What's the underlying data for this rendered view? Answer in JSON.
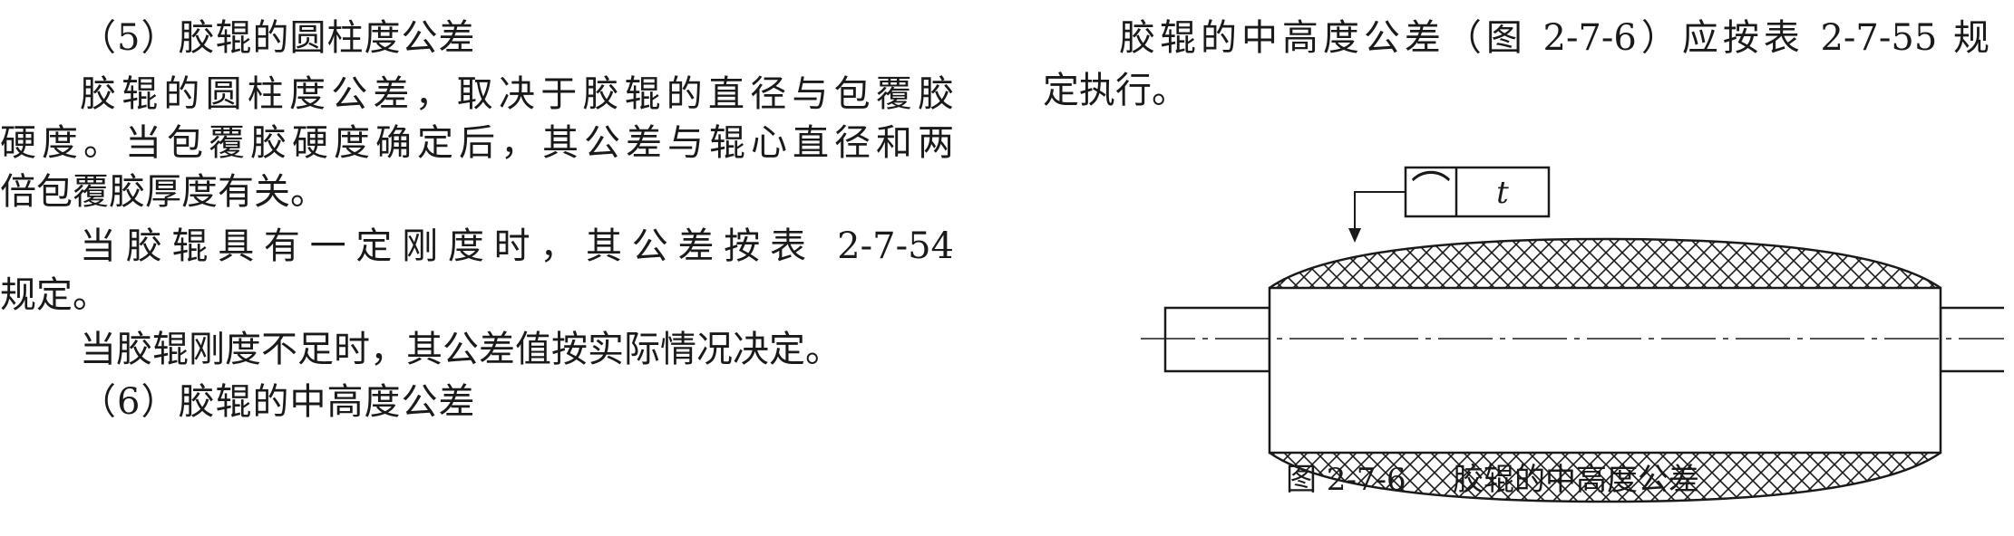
{
  "left_column": {
    "heading_5": "（5）胶辊的圆柱度公差",
    "para_1": [
      "胶辊的圆柱度公差，取决于胶辊的直径与包覆胶",
      "硬度。当包覆胶硬度确定后，其公差与辊心直径和两",
      "倍包覆胶厚度有关。"
    ],
    "para_2": [
      "当胶辊具有一定刚度时，其公差按表 2-7-54",
      "规定。"
    ],
    "para_3": "当胶辊刚度不足时，其公差值按实际情况决定。",
    "heading_6": "（6）胶辊的中高度公差"
  },
  "right_column": {
    "para": [
      "胶辊的中高度公差（图 2-7-6）应按表 2-7-55 规",
      "定执行。"
    ],
    "figure": {
      "tolerance_symbol": "⌒",
      "tolerance_value": "t",
      "caption_number": "图 2-7-6",
      "caption_text": "胶辊的中高度公差"
    }
  }
}
